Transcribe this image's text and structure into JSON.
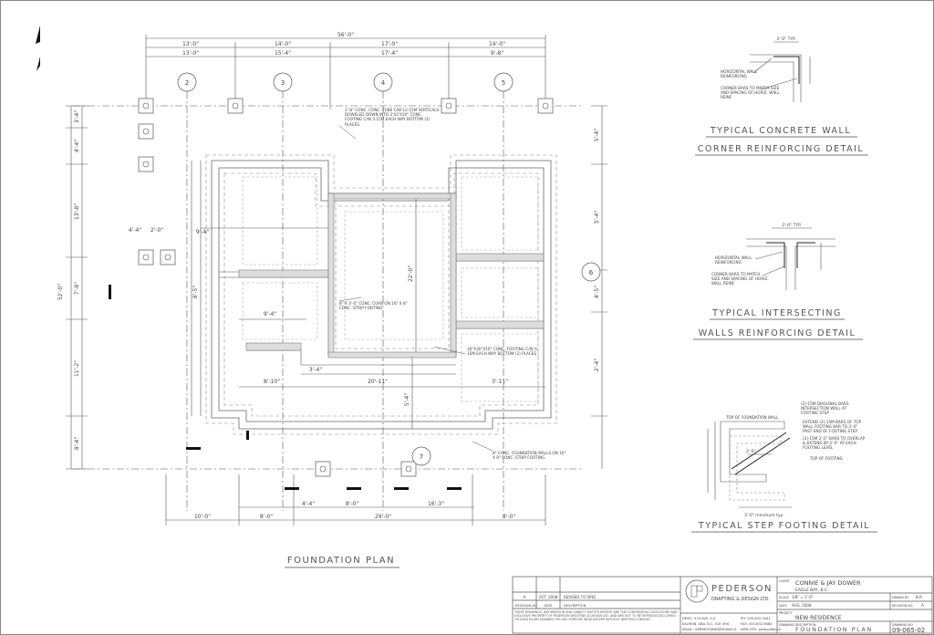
{
  "plan": {
    "title": "FOUNDATION PLAN",
    "overall_width": "56'-0\"",
    "overall_depth": "52'-0\"",
    "top_dims": [
      "13'-0\"",
      "14'-0\"",
      "17'-0\"",
      "14'-0\""
    ],
    "top_dims_2": [
      "13'-0\"",
      "15'-4\"",
      "17'-4\"",
      "9'-8\""
    ],
    "bottom_dims": [
      "10'-0\"",
      "8'-0\"",
      "29'-0\"",
      "8'-0\""
    ],
    "bottom_dims_2": [
      "4'-4\"",
      "8'-0\"",
      "16'-3\""
    ],
    "left_dims": [
      "3'-4\"",
      "4'-4\"",
      "13'-8\"",
      "7'-8\"",
      "11'-2\"",
      "8'-4\""
    ],
    "right_dims": [
      "5'-4\"",
      "5'-4\"",
      "4'-5\"",
      "2'-4\""
    ],
    "grid_bubbles": [
      "2",
      "3",
      "4",
      "5",
      "6",
      "7"
    ],
    "interior_dims": [
      "9'-4\"",
      "22'-0\"",
      "8'-10\"",
      "20'-11\"",
      "3'-4\"",
      "9'-4\"",
      "3'-11\"",
      "8'-5\"",
      "5'-4\"",
      "4'-4\"",
      "2'-0\""
    ],
    "notes": [
      "2'-8\" CONC. CONC. TUBE C/W 12-15M VERTICALS DOWELED DOWN INTO 2'X2'X10\" CONC. FOOTING C/W 3-15M EACH WAY BOTTOM (2) PLACES",
      "8\" X 3'-0\" CONC. CURB ON 16\" X 8\" CONC. STRIP FOOTING",
      "30\"X30\"X10\" CONC. FOOTING C/W 4-15M EACH WAY BOTTOM (2) PLACES",
      "8\" CONC. FOUNDATION WALLS ON 16\" X 8\" CONC. STRIP FOOTING"
    ]
  },
  "details": [
    {
      "title_line1": "TYPICAL CONCRETE WALL",
      "title_line2": "CORNER REINFORCING DETAIL",
      "dim": "2'-0\" TYP.",
      "labels": [
        "HORIZONTAL WALL REINFORCING",
        "CORNER BARS TO MATCH SIZE AND SPACING OF HORIZ. WALL REINF."
      ]
    },
    {
      "title_line1": "TYPICAL INTERSECTING",
      "title_line2": "WALLS REINFORCING DETAIL",
      "dim": "2'-0\" TYP.",
      "labels": [
        "HORIZONTAL WALL REINFORCING",
        "CORNER BARS TO MATCH SIZE AND SPACING OF HORIZ. WALL REINF."
      ]
    },
    {
      "title_line1": "TYPICAL STEP FOOTING DETAIL",
      "labels": [
        "TOP OF FOUNDATION WALL",
        "(2)-15M DIAGONAL BARS INTERSECTION WALL AT FOOTING STEP",
        "EXTEND (2)-15M BARS OF TOP WALL FOOTING BAR TO 2'-0\" PAST END OF FOOTING STEP",
        "(2)-15M 2'-0\" BARS TO OVERLAP & EXTEND BY 2'-0\" AT EACH FOOTING LEVEL",
        "TOP OF FOOTING"
      ],
      "dims": [
        "2'-0\"",
        "2'-0\" minimum typ."
      ]
    }
  ],
  "title_block": {
    "revision_row": [
      "A",
      "OCT. 2008",
      "REVISED TO SPEC"
    ],
    "revision_headers": [
      "REVISION NO.",
      "DATE",
      "DESCRIPTION"
    ],
    "disclaimer": "THESE DRAWINGS, INFORMATION AND SUBJECT MATTER HEREOF ARE THE CONFIDENTIAL DISCLOSURE AND EXCLUSIVE PROPERTY OF PEDERSON DRAFTING & DESIGN LTD. AND ARE NOT TO BE REPRODUCED COPIED OR USED IN ANY MANNER FOR ANY PURPOSE WHATSOEVER WITHOUT WRITTEN CONSENT.",
    "company_name": "PEDERSON",
    "company_sub": "DRAFTING & DESIGN LTD.",
    "address_lines": [
      "DESK : 574 AVE. S.S.",
      "KALMON, ABA. B.C.  V1E 3H4",
      "EMAIL : KERRESTAMIS@SHAW.CA"
    ],
    "phone_lines": [
      "PH: 250-832-3341",
      "FAX: 250-832-6484",
      "WEB SITE: www.pdltd.ca"
    ],
    "client_label": "CLIENT",
    "client": "CONNIE & JAY DOWER",
    "client_sub": "EAGLE BAY, B.C.",
    "scale_label": "SCALE",
    "scale": "1/8\" = 1'-0\"",
    "date_label": "DATE",
    "date": "AUG. 2008",
    "drawn_label": "DRAWN BY",
    "drawn": "B.R.",
    "rev_label": "REVISION NO.",
    "rev": "A",
    "project_label": "PROJECT",
    "project": "NEW RESIDENCE",
    "desc_label": "DRAWING DESCRIPTION",
    "desc": "FOUNDATION PLAN",
    "drawing_no_label": "DRAWING NO.",
    "drawing_no": "09-065-02"
  }
}
